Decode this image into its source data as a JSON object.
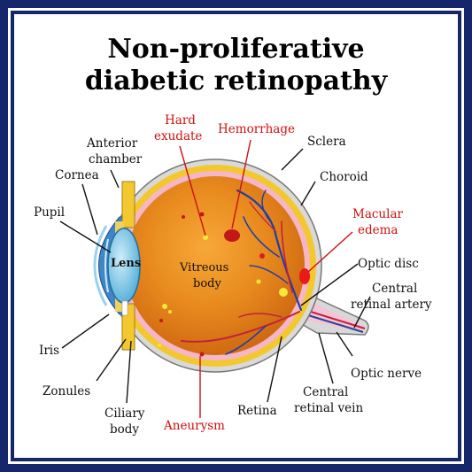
{
  "title": {
    "line1": "Non-proliferative",
    "line2": "diabetic retinopathy"
  },
  "labels": {
    "hard_exudate": [
      "Hard",
      "exudate"
    ],
    "hemorrhage": "Hemorrhage",
    "anterior_chamber": [
      "Anterior",
      "chamber"
    ],
    "sclera": "Sclera",
    "cornea": "Cornea",
    "choroid": "Choroid",
    "pupil": "Pupil",
    "macular_edema": [
      "Macular",
      "edema"
    ],
    "lens": "Lens",
    "vitreous_body": [
      "Vitreous",
      "body"
    ],
    "optic_disc": "Optic disc",
    "central_retinal_artery": [
      "Central",
      "retinal artery"
    ],
    "iris": "Iris",
    "optic_nerve": "Optic nerve",
    "zonules": "Zonules",
    "central_retinal_vein": [
      "Central",
      "retinal vein"
    ],
    "ciliary_body": [
      "Ciliary",
      "body"
    ],
    "retina": "Retina",
    "aneurysm": "Aneurysm"
  },
  "colors": {
    "frame": "#15266b",
    "highlight_label": "#cc1111"
  }
}
